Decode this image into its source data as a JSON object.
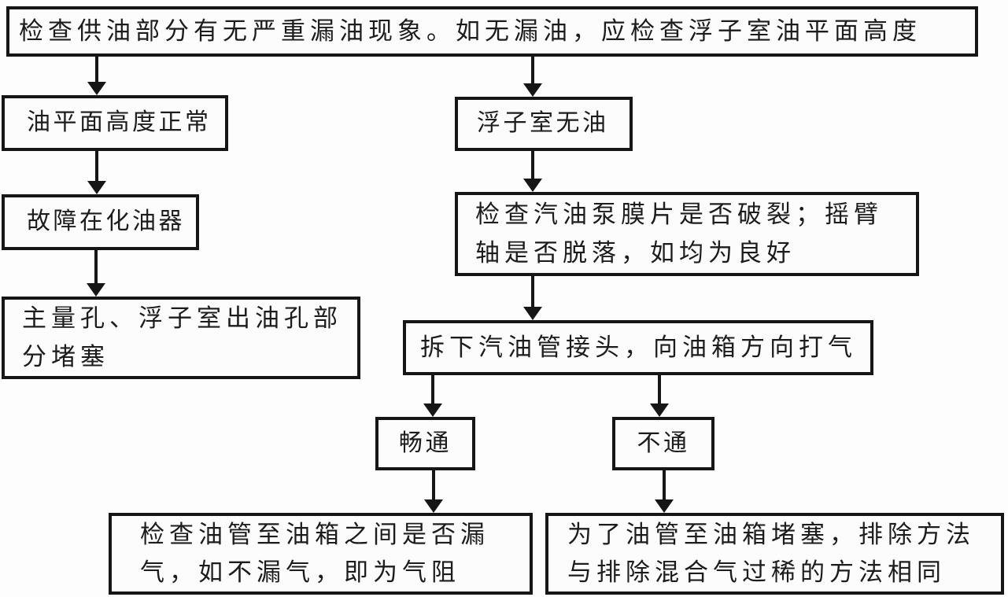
{
  "flowchart": {
    "colors": {
      "border": "#161616",
      "text": "#1c1c1c",
      "background": "#fdfdfd"
    },
    "nodes": {
      "check_fuel_supply": {
        "text": "检查供油部分有无严重漏油现象。如无漏油，应检查浮子室油平面高度"
      },
      "oil_level_normal": {
        "text": "油平面高度正常"
      },
      "fault_in_carburetor": {
        "text": "故障在化油器"
      },
      "jets_blocked": {
        "text": "主量孔、浮子室出油孔部\n分堵塞"
      },
      "float_chamber_no_oil": {
        "text": "浮子室无油"
      },
      "check_fuel_pump": {
        "text": "检查汽油泵膜片是否破裂；摇臂\n轴是否脱落，如均为良好"
      },
      "remove_fuel_pipe": {
        "text": "拆下汽油管接头，向油箱方向打气"
      },
      "passage_clear": {
        "text": "畅通"
      },
      "passage_blocked": {
        "text": "不通"
      },
      "check_air_leak": {
        "text": "检查油管至油箱之间是否漏\n气，如不漏气，即为气阻"
      },
      "pipe_to_tank_blocked": {
        "text": "为了油管至油箱堵塞，排除方法\n与排除混合气过稀的方法相同"
      }
    },
    "edges": [
      {
        "from": "check_fuel_supply",
        "to": "oil_level_normal"
      },
      {
        "from": "check_fuel_supply",
        "to": "float_chamber_no_oil"
      },
      {
        "from": "oil_level_normal",
        "to": "fault_in_carburetor"
      },
      {
        "from": "fault_in_carburetor",
        "to": "jets_blocked"
      },
      {
        "from": "float_chamber_no_oil",
        "to": "check_fuel_pump"
      },
      {
        "from": "check_fuel_pump",
        "to": "remove_fuel_pipe"
      },
      {
        "from": "remove_fuel_pipe",
        "to": "passage_clear"
      },
      {
        "from": "remove_fuel_pipe",
        "to": "passage_blocked"
      },
      {
        "from": "passage_clear",
        "to": "check_air_leak"
      },
      {
        "from": "passage_blocked",
        "to": "pipe_to_tank_blocked"
      }
    ]
  }
}
